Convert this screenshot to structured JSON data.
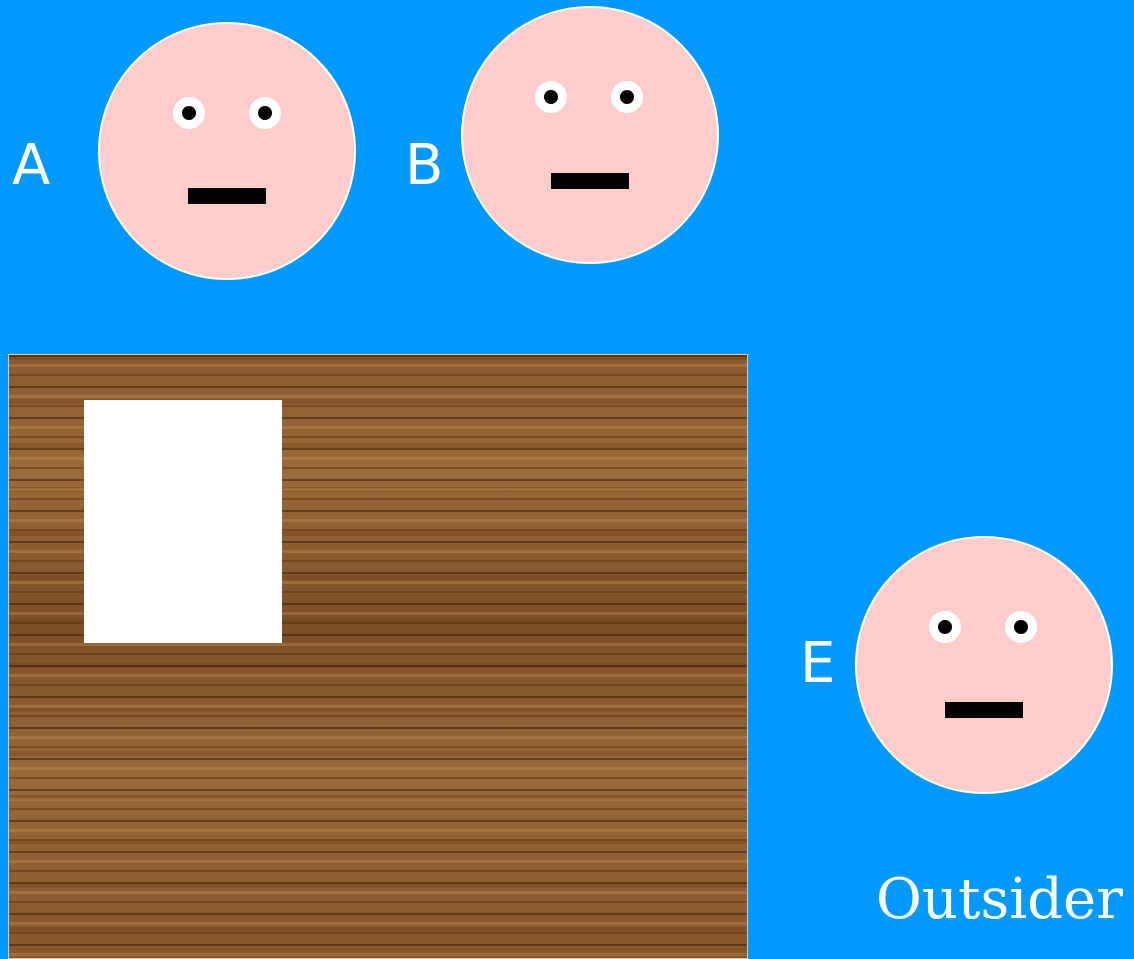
{
  "colors": {
    "background": "#0099ff",
    "face": "#ffcccc",
    "face_outline": "#ffffff",
    "feature": "#000000",
    "card": "#ffffff"
  },
  "icons": {
    "face": "neutral-face-icon",
    "table": "wood-table",
    "card": "blank-card"
  },
  "people": [
    {
      "label": "A"
    },
    {
      "label": "B"
    },
    {
      "label": "E"
    }
  ],
  "outsider_label": "Outsider"
}
